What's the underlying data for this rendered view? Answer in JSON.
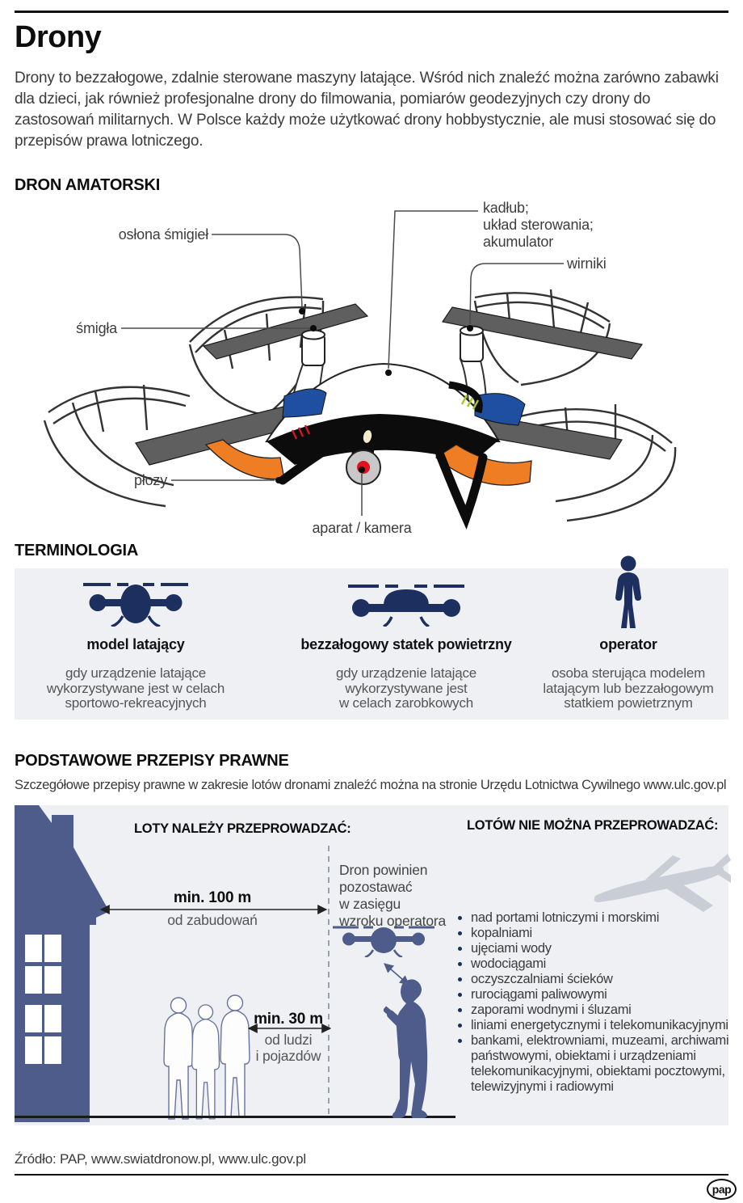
{
  "header": {
    "title": "Drony",
    "intro": "Drony to bezzałogowe, zdalnie sterowane maszyny latające. Wśród nich znaleźć można zarówno zabawki dla dzieci, jak również profesjonalne drony do filmowania, pomiarów geodezyjnych czy drony do zastosowań militarnych. W Polsce każdy może użytkować drony hobbystycznie, ale musi stosować się do przepisów prawa lotniczego."
  },
  "amateur": {
    "heading": "DRON AMATORSKI",
    "labels": {
      "prop_guard": "osłona śmigieł",
      "hull": "kadłub;\nukład sterowania;\nakumulator",
      "rotors": "wirniki",
      "propellers": "śmigła",
      "skids": "płozy",
      "camera": "aparat / kamera"
    }
  },
  "terminology": {
    "heading": "TERMINOLOGIA",
    "items": [
      {
        "icon": "model-drone-icon",
        "title": "model latający",
        "description": "gdy urządzenie latające\nwykorzystywane jest w celach\nsportowo-rekreacyjnych"
      },
      {
        "icon": "uav-drone-icon",
        "title": "bezzałogowy statek powietrzny",
        "description": "gdy urządzenie latające\nwykorzystywane jest\nw celach zarobkowych"
      },
      {
        "icon": "operator-icon",
        "title": "operator",
        "description": "osoba sterująca modelem\nlatającym lub bezzałogowym\nstatkiem powietrznym"
      }
    ]
  },
  "rules": {
    "heading": "PODSTAWOWE PRZEPISY PRAWNE",
    "intro": "Szczegółowe przepisy prawne w zakresie lotów dronami znaleźć można na stronie Urzędu Lotnictwa Cywilnego www.ulc.gov.pl",
    "allowed_heading": "LOTY NALEŻY PRZEPROWADZAĆ:",
    "forbidden_heading": "LOTÓW NIE MOŻNA PRZEPROWADZAĆ:",
    "buildings_distance": "min. 100 m",
    "buildings_label": "od zabudowań",
    "people_distance": "min. 30 m",
    "people_label": "od ludzi\ni pojazdów",
    "sight_note": "Dron powinien\npozostawać\nw zasięgu\nwzroku operatora",
    "forbidden_items": [
      "nad portami lotniczymi i morskimi",
      "kopalniami",
      "ujęciami wody",
      "wodociągami",
      "oczyszczalniami ścieków",
      "rurociągami paliwowymi",
      "zaporami wodnymi i śluzami",
      "liniami energetycznymi i telekomunikacyjnymi",
      "bankami, elektrowniami, muzeami, archiwami państwowymi, obiektami i urządzeniami telekomunikacyjnymi, obiektami pocztowymi, telewizyjnymi i radiowymi"
    ]
  },
  "footer": {
    "source": "Źródło: PAP, www.swiatdronow.pl, www.ulc.gov.pl",
    "logo": "pap"
  },
  "colors": {
    "navy": "#1c2f5e",
    "slate": "#4d5c8a",
    "panel_bg": "#eef0f3",
    "orange": "#ef7d23",
    "blue": "#1f4fa0",
    "plane_gray": "#c9cdd5",
    "camera_red": "#e0121f"
  }
}
